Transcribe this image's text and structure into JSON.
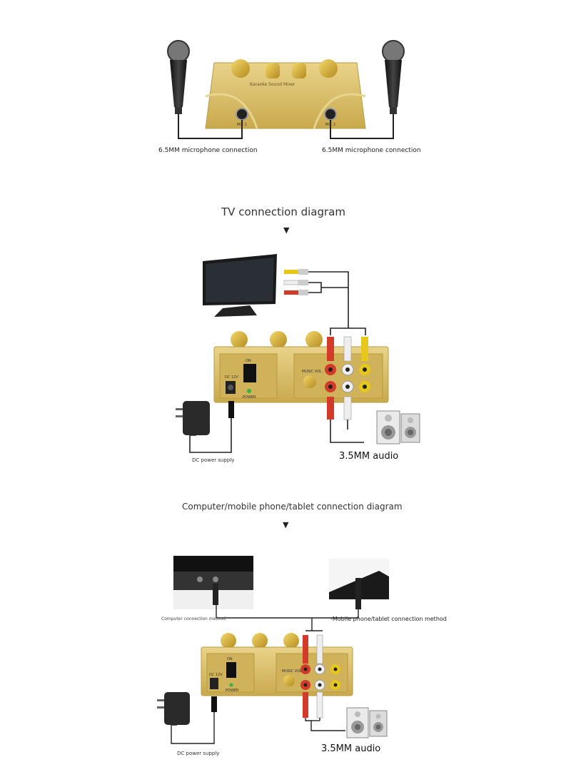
{
  "section1": {
    "mic_left_label": "6.5MM microphone connection",
    "mic_right_label": "6.5MM microphone connection",
    "mixer_label": "Karaoke Sound Mixer",
    "mic1": "MIC 1",
    "mic2": "MIC 2"
  },
  "section2": {
    "title": "TV connection diagram",
    "arrow": "▼",
    "dc_label": "DC power supply",
    "audio_label": "3.5MM audio",
    "panel_on": "ON",
    "panel_dc": "DC 12V",
    "panel_power": "POWER",
    "panel_music": "MUSIC VOL"
  },
  "section3": {
    "title": "Computer/mobile phone/tablet connection diagram",
    "arrow": "▼",
    "computer_label": "Computer connection method",
    "mobile_label": "-Mobile phone/tablet connection method",
    "dc_label": "DC power supply",
    "audio_label": "3.5MM audio",
    "panel_on": "ON",
    "panel_dc": "DC 12V",
    "panel_power": "POWER",
    "panel_music": "MUSIC VOL"
  },
  "colors": {
    "gold": "#d8bd62",
    "gold_dark": "#b89a3e",
    "cable": "#222222",
    "rca_red": "#d23a2a",
    "rca_white": "#eeeeee",
    "rca_yellow": "#e6c81c"
  }
}
